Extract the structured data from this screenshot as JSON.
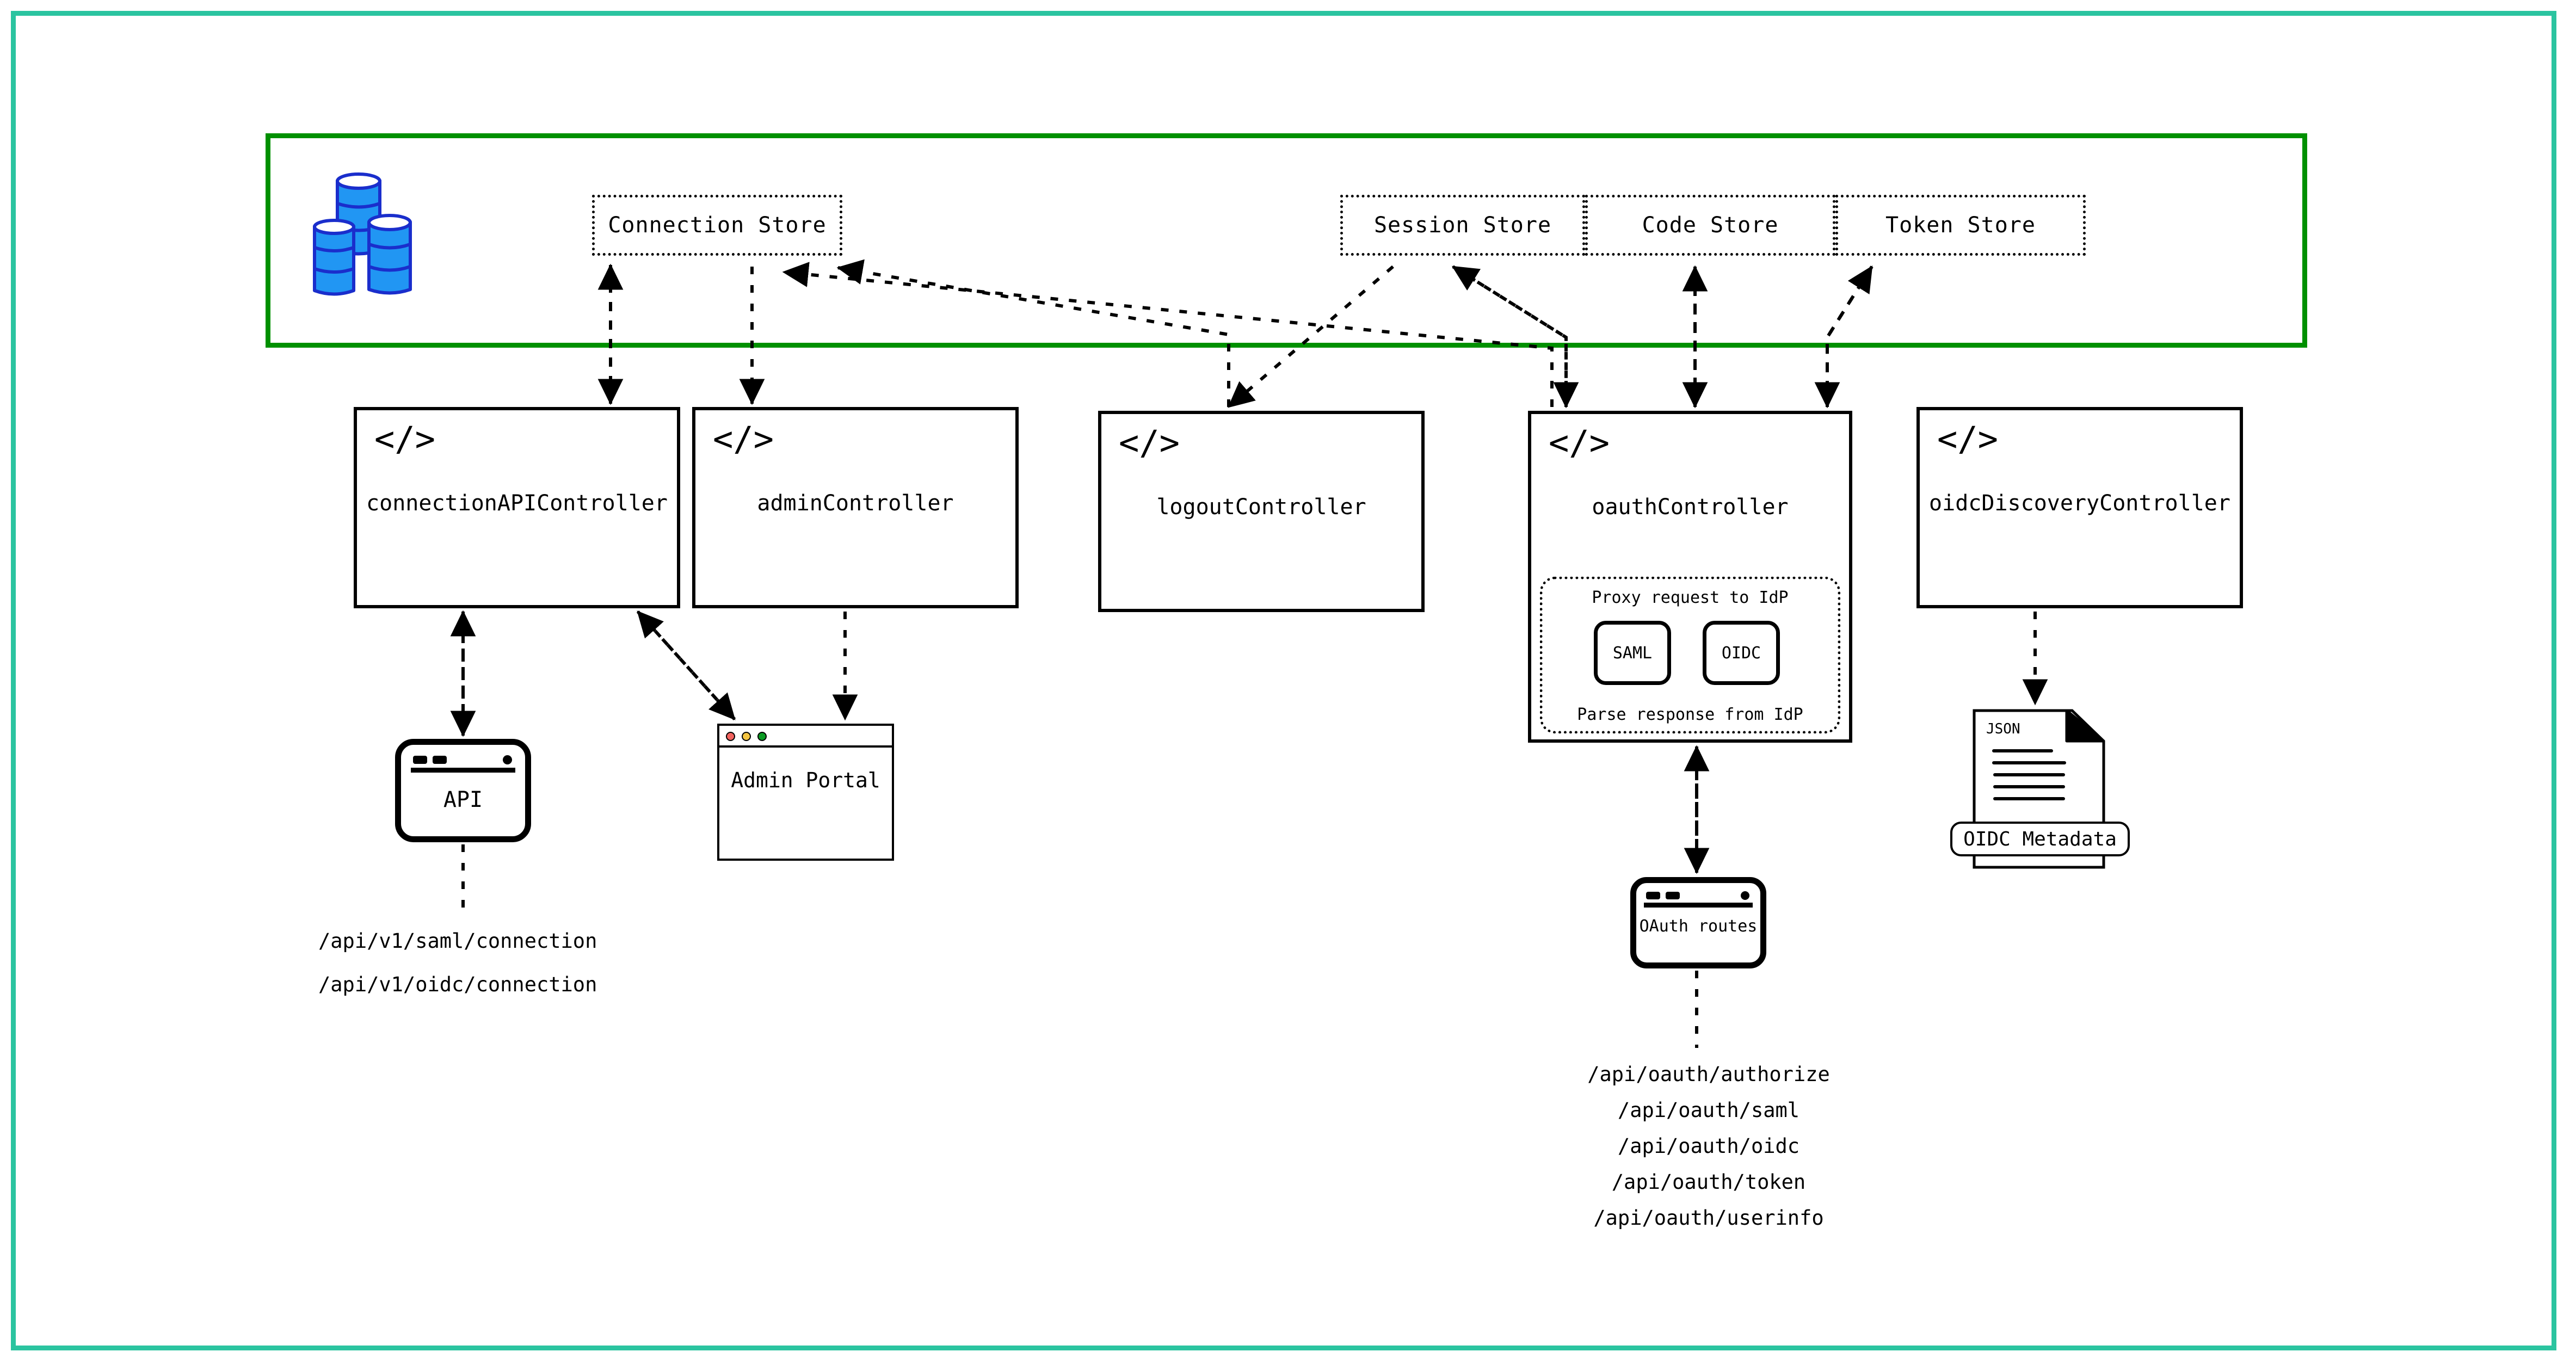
{
  "frame": {
    "outer_border_color": "#2bc4a0",
    "store_container_border_color": "#009000"
  },
  "store_layer": {
    "db_icon_name": "database-stack-icon",
    "db_colors": {
      "fill": "#2196f3",
      "stroke": "#1a2ecc"
    },
    "stores": [
      {
        "id": "connection",
        "label": "Connection Store"
      },
      {
        "id": "session",
        "label": "Session Store"
      },
      {
        "id": "code",
        "label": "Code Store"
      },
      {
        "id": "token",
        "label": "Token Store"
      }
    ]
  },
  "controllers": [
    {
      "id": "connection-api",
      "label": "connectionAPIController",
      "icon": "code-icon",
      "icon_glyph": "</>"
    },
    {
      "id": "admin",
      "label": "adminController",
      "icon": "code-icon",
      "icon_glyph": "</>"
    },
    {
      "id": "logout",
      "label": "logoutController",
      "icon": "code-icon",
      "icon_glyph": "</>"
    },
    {
      "id": "oauth",
      "label": "oauthController",
      "icon": "code-icon",
      "icon_glyph": "</>"
    },
    {
      "id": "oidc-discovery",
      "label": "oidcDiscoveryController",
      "icon": "code-icon",
      "icon_glyph": "</>"
    }
  ],
  "idp_proxy": {
    "top_label": "Proxy request to IdP",
    "bottom_label": "Parse response from IdP",
    "protocols": [
      {
        "id": "saml",
        "label": "SAML"
      },
      {
        "id": "oidc",
        "label": "OIDC"
      }
    ]
  },
  "nodes": {
    "api": {
      "label": "API",
      "icon": "api-device-icon"
    },
    "admin_portal": {
      "label": "Admin Portal",
      "icon": "browser-window-icon",
      "traffic_lights": [
        {
          "id": "close",
          "color": "#f2635f"
        },
        {
          "id": "minimize",
          "color": "#f5c542"
        },
        {
          "id": "maximize",
          "color": "#0a9a22"
        }
      ]
    },
    "oauth_routes": {
      "label": "OAuth routes",
      "icon": "routes-device-icon"
    },
    "oidc_metadata": {
      "label": "OIDC Metadata",
      "doc_badge": "JSON",
      "icon": "json-document-icon"
    }
  },
  "endpoints": {
    "connection_api": [
      "/api/v1/saml/connection",
      "/api/v1/oidc/connection"
    ],
    "oauth": [
      "/api/oauth/authorize",
      "/api/oauth/saml",
      "/api/oauth/oidc",
      "/api/oauth/token",
      "/api/oauth/userinfo"
    ]
  }
}
